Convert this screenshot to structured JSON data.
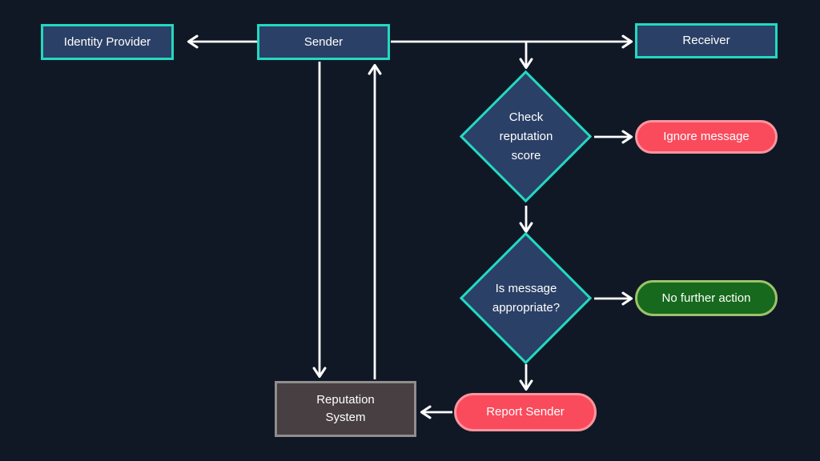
{
  "diagram": {
    "type": "flowchart",
    "nodes": {
      "identity_provider": {
        "label": "Identity Provider",
        "shape": "rectangle"
      },
      "sender": {
        "label": "Sender",
        "shape": "rectangle"
      },
      "receiver": {
        "label": "Receiver",
        "shape": "rectangle"
      },
      "check_reputation_score": {
        "label": "Check reputation score",
        "shape": "diamond"
      },
      "ignore_message": {
        "label": "Ignore message",
        "shape": "pill",
        "color": "red"
      },
      "is_message_appropriate": {
        "label": "Is message appropriate?",
        "shape": "diamond"
      },
      "no_further_action": {
        "label": "No further action",
        "shape": "pill",
        "color": "green"
      },
      "report_sender": {
        "label": "Report Sender",
        "shape": "pill",
        "color": "red"
      },
      "reputation_system": {
        "label": "Reputation System",
        "shape": "rectangle",
        "color": "gray"
      }
    },
    "edges": [
      {
        "from": "identity_provider",
        "to": "sender",
        "direction": "bidirectional"
      },
      {
        "from": "sender",
        "to": "receiver",
        "direction": "forward"
      },
      {
        "from": "sender",
        "to": "check_reputation_score",
        "direction": "forward"
      },
      {
        "from": "check_reputation_score",
        "to": "ignore_message",
        "direction": "forward"
      },
      {
        "from": "check_reputation_score",
        "to": "is_message_appropriate",
        "direction": "forward"
      },
      {
        "from": "is_message_appropriate",
        "to": "no_further_action",
        "direction": "forward"
      },
      {
        "from": "is_message_appropriate",
        "to": "report_sender",
        "direction": "forward"
      },
      {
        "from": "report_sender",
        "to": "reputation_system",
        "direction": "forward"
      },
      {
        "from": "sender",
        "to": "reputation_system",
        "direction": "forward"
      },
      {
        "from": "reputation_system",
        "to": "sender",
        "direction": "forward"
      }
    ]
  },
  "colors": {
    "background": "#101826",
    "node_fill": "#2b4066",
    "node_border": "#23d9c0",
    "red_fill": "#f94b5c",
    "red_border": "#f9959e",
    "green_fill": "#17691d",
    "green_border": "#9dc26a",
    "gray_fill": "#473f41",
    "gray_border": "#908d8e",
    "arrow": "#ffffff",
    "text": "#ffffff"
  }
}
